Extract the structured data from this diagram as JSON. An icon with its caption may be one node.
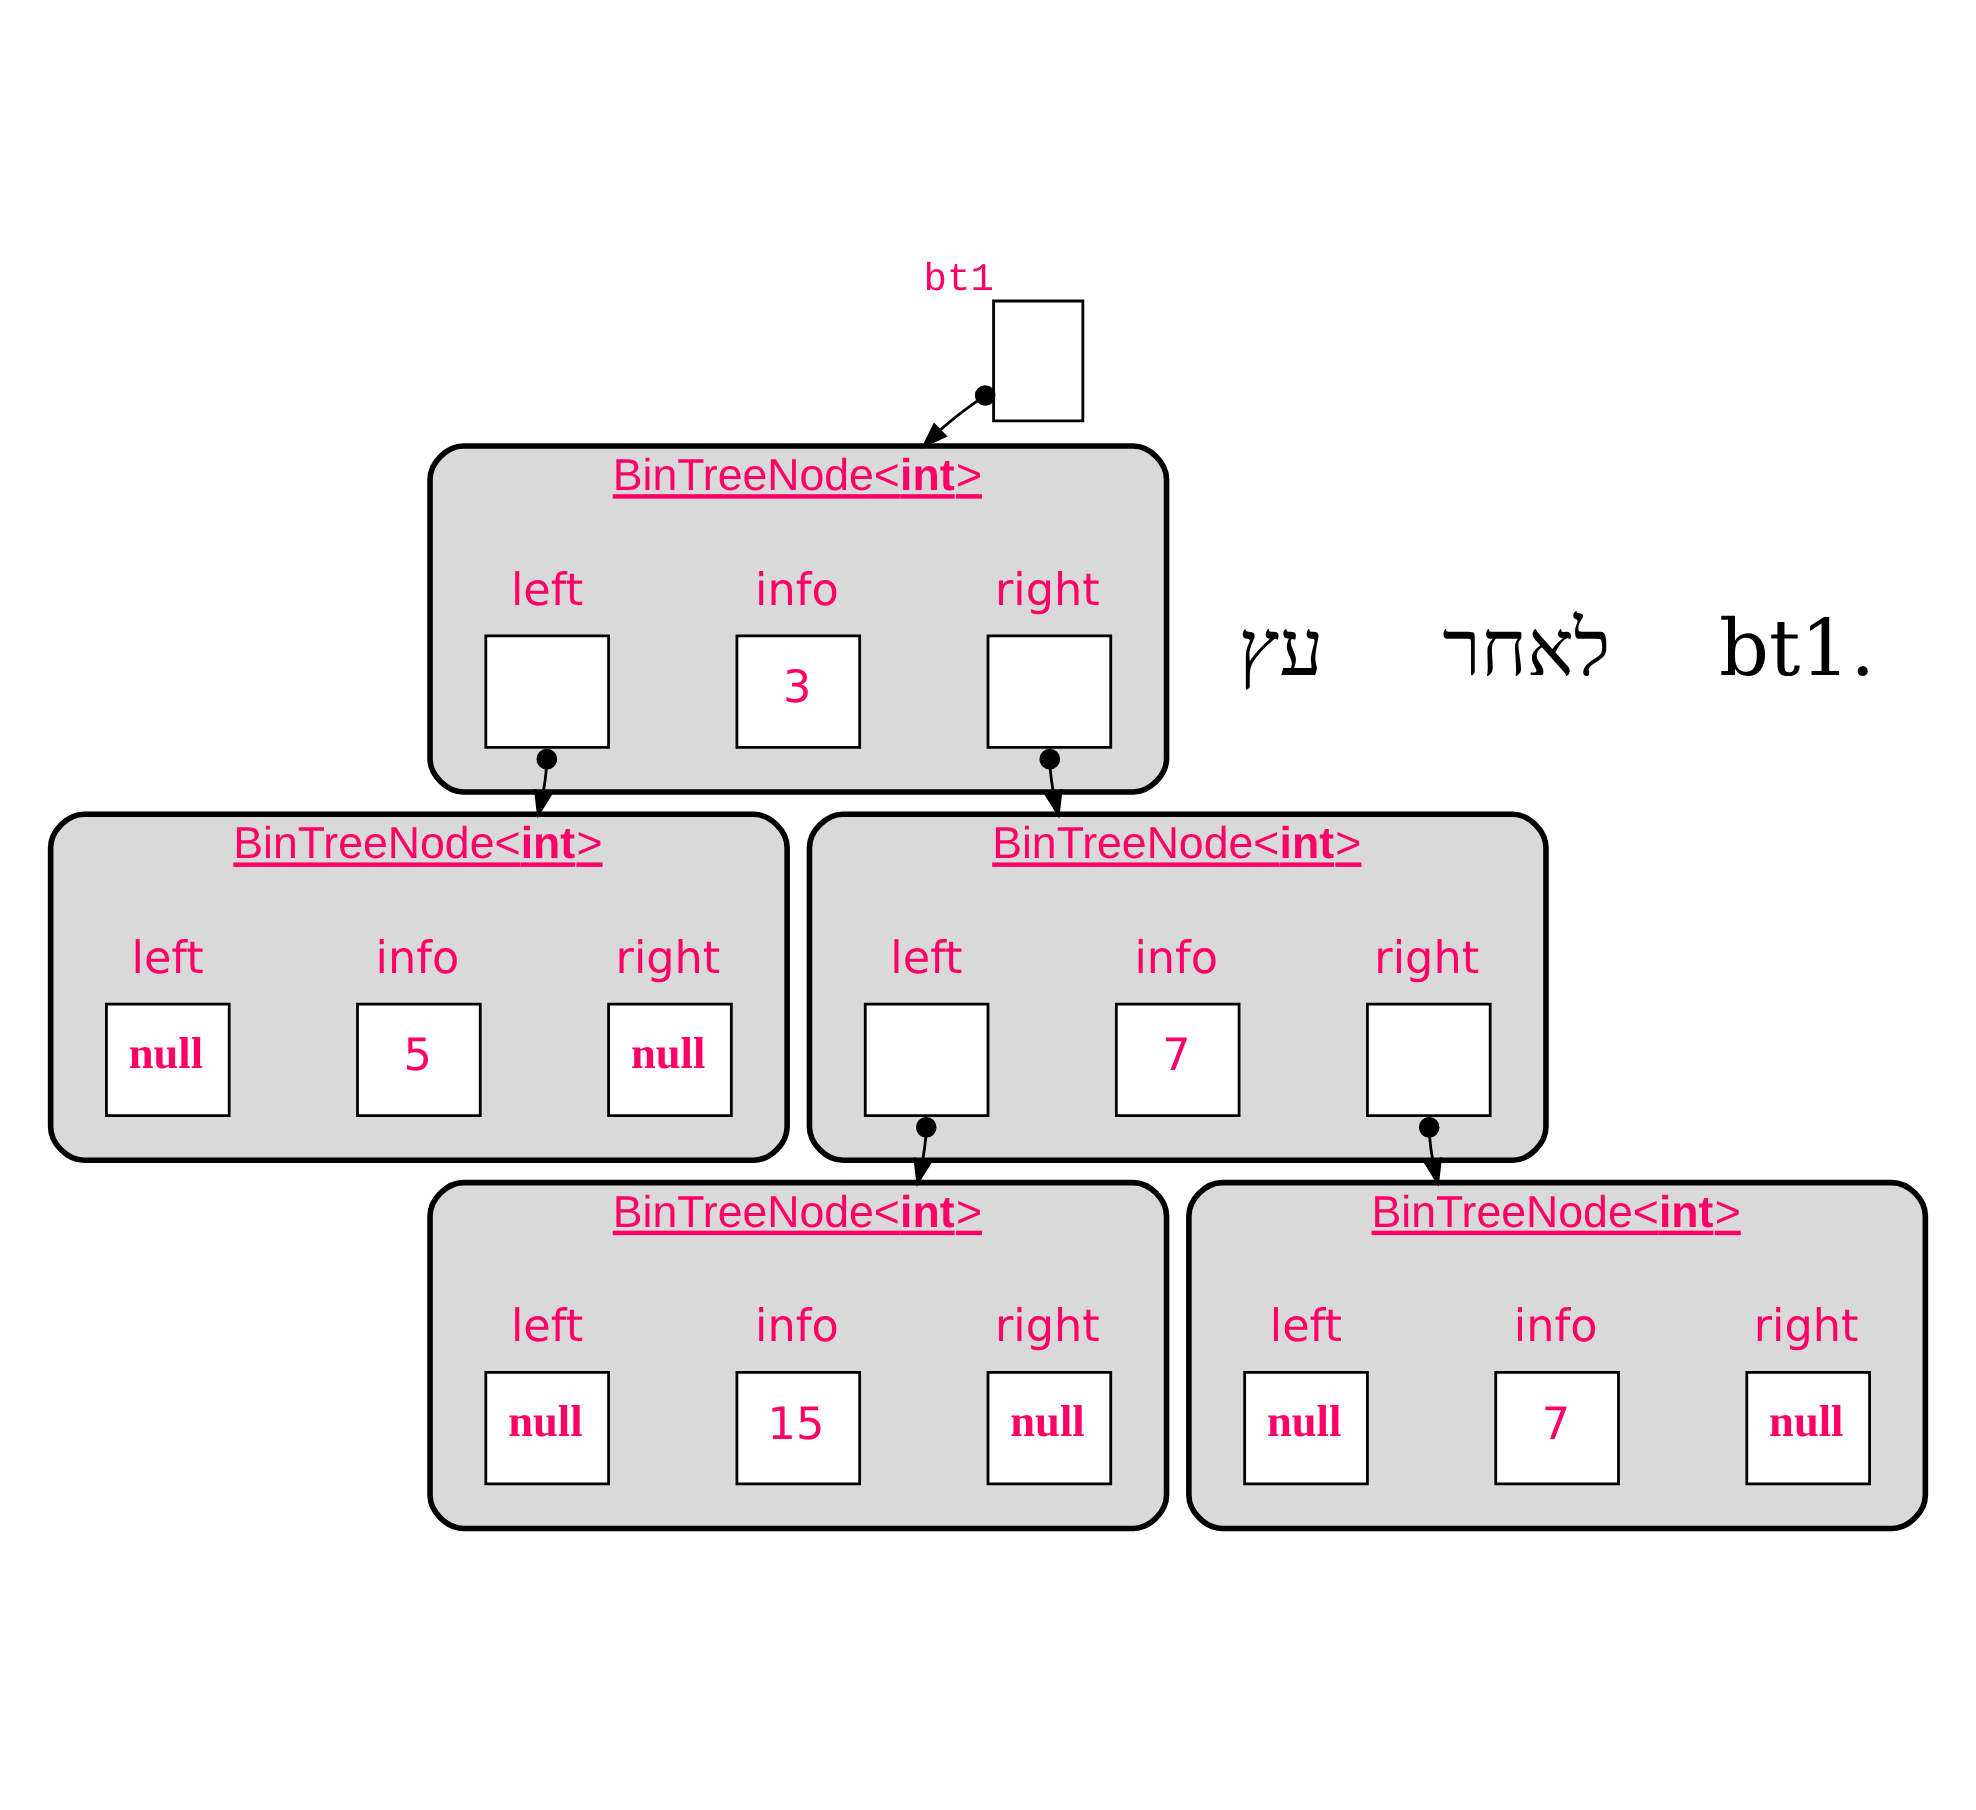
{
  "diagram": {
    "nodes": [
      {
        "text": [],
        "shape": "box",
        "beside": [
          "bt1"
        ]
      },
      {
        "text": [
          "BinTreeNode<**int**>"
        ]
      },
      {
        "text": [
          "left"
        ],
        "in": 1
      },
      {
        "text": [
          "info",
          "3"
        ],
        "in": 1
      },
      {
        "text": [
          "right"
        ],
        "in": 1
      },
      {
        "text": [
          "BinTreeNode<**int**>"
        ]
      },
      {
        "text": [
          "left",
          "null"
        ],
        "in": 5
      },
      {
        "text": [
          "info",
          "5"
        ],
        "in": 5
      },
      {
        "text": [
          "right",
          "null"
        ],
        "in": 5
      },
      {
        "text": [
          "BinTreeNode<**int**>"
        ]
      },
      {
        "text": [
          "left"
        ],
        "in": 9
      },
      {
        "text": [
          "info",
          "7"
        ],
        "in": 9
      },
      {
        "text": [
          "right"
        ],
        "in": 9
      },
      {
        "text": [
          "BinTreeNode<**int**>"
        ]
      },
      {
        "text": [
          "left",
          "null"
        ],
        "in": 13
      },
      {
        "text": [
          "info",
          "15"
        ],
        "in": 13
      },
      {
        "text": [
          "right",
          "null"
        ],
        "in": 13
      },
      {
        "text": [
          "BinTreeNode<**int**>"
        ]
      },
      {
        "text": [
          "left",
          "null"
        ],
        "in": 17
      },
      {
        "text": [
          "info",
          "7"
        ],
        "in": 17
      },
      {
        "text": [
          "right",
          "null"
        ],
        "in": 17
      }
    ],
    "edges": [
      {
        "from": 0,
        "to": 1,
        "arrow": "to"
      },
      {
        "from": 2,
        "to": 5,
        "arrow": "to"
      },
      {
        "from": 4,
        "to": 9,
        "arrow": "to"
      },
      {
        "from": 10,
        "to": 13,
        "arrow": "to"
      },
      {
        "from": 12,
        "to": 17,
        "arrow": "to"
      }
    ],
    "labels": [
      "עץ",
      "לאחר",
      "bt1."
    ]
  }
}
